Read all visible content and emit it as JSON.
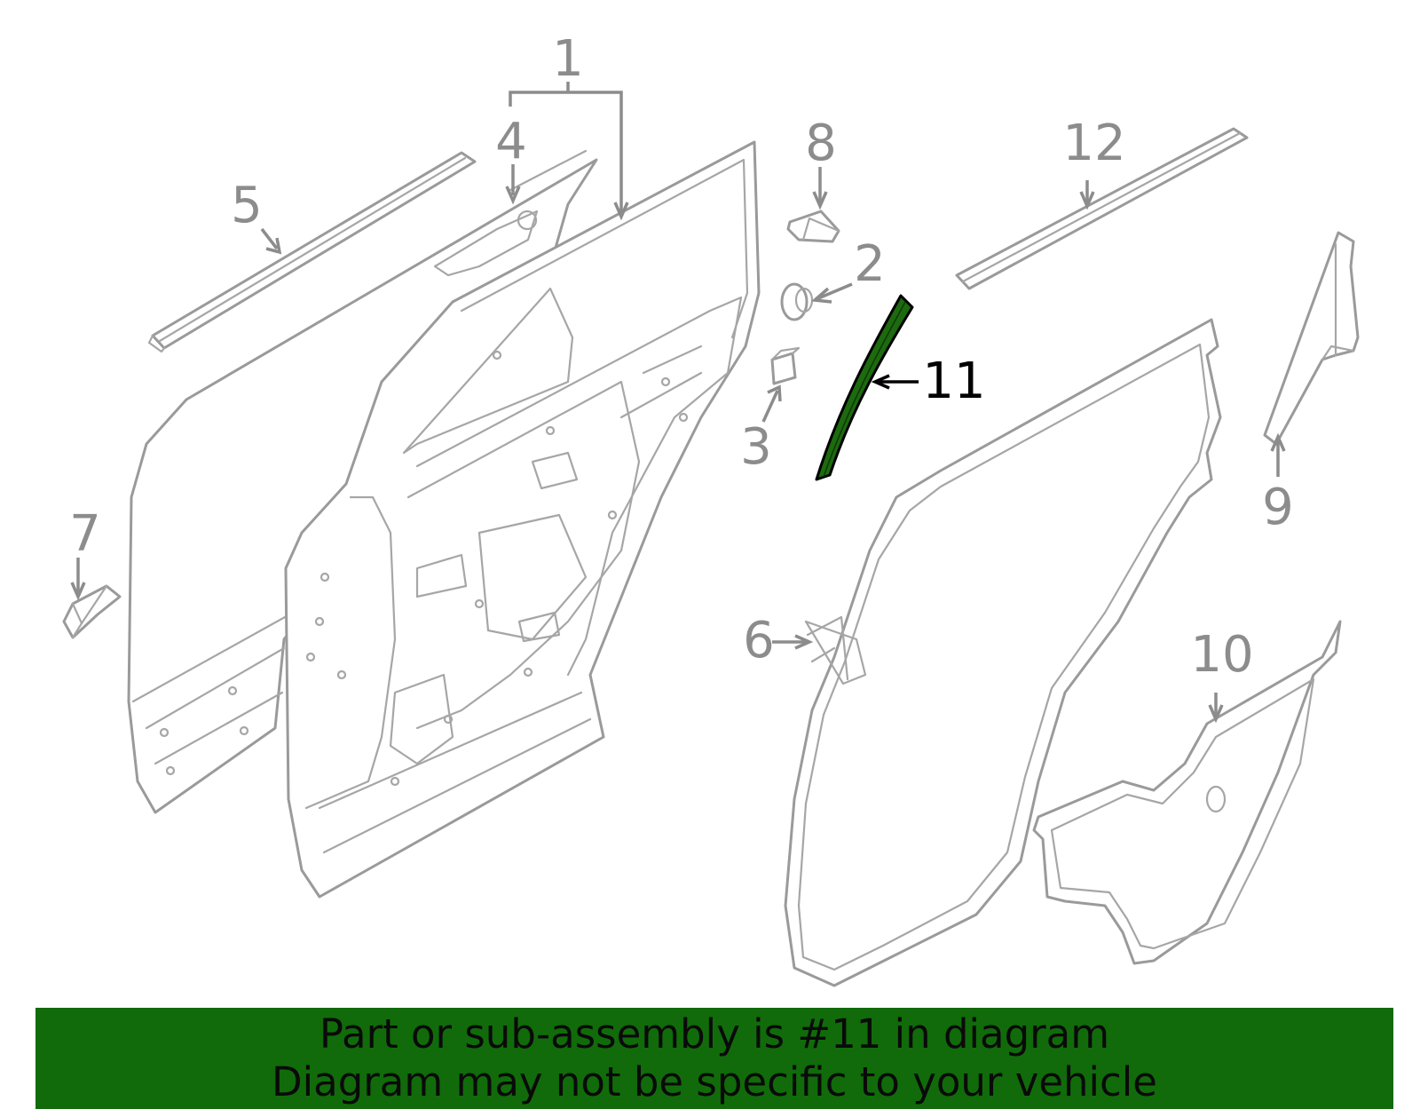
{
  "callouts": [
    {
      "id": "1",
      "label": "1"
    },
    {
      "id": "2",
      "label": "2"
    },
    {
      "id": "3",
      "label": "3"
    },
    {
      "id": "4",
      "label": "4"
    },
    {
      "id": "5",
      "label": "5"
    },
    {
      "id": "6",
      "label": "6"
    },
    {
      "id": "7",
      "label": "7"
    },
    {
      "id": "8",
      "label": "8"
    },
    {
      "id": "9",
      "label": "9"
    },
    {
      "id": "10",
      "label": "10"
    },
    {
      "id": "11",
      "label": "11"
    },
    {
      "id": "12",
      "label": "12"
    }
  ],
  "highlighted_part": "11",
  "colors": {
    "highlight": "#1d6a0f",
    "banner": "#116b0a",
    "line_art": "#9a9a9a",
    "callout_text": "#8c8c8c"
  },
  "banner": {
    "line1": "Part or sub-assembly is #11 in diagram",
    "line2": "Diagram may not be specific to your vehicle"
  }
}
